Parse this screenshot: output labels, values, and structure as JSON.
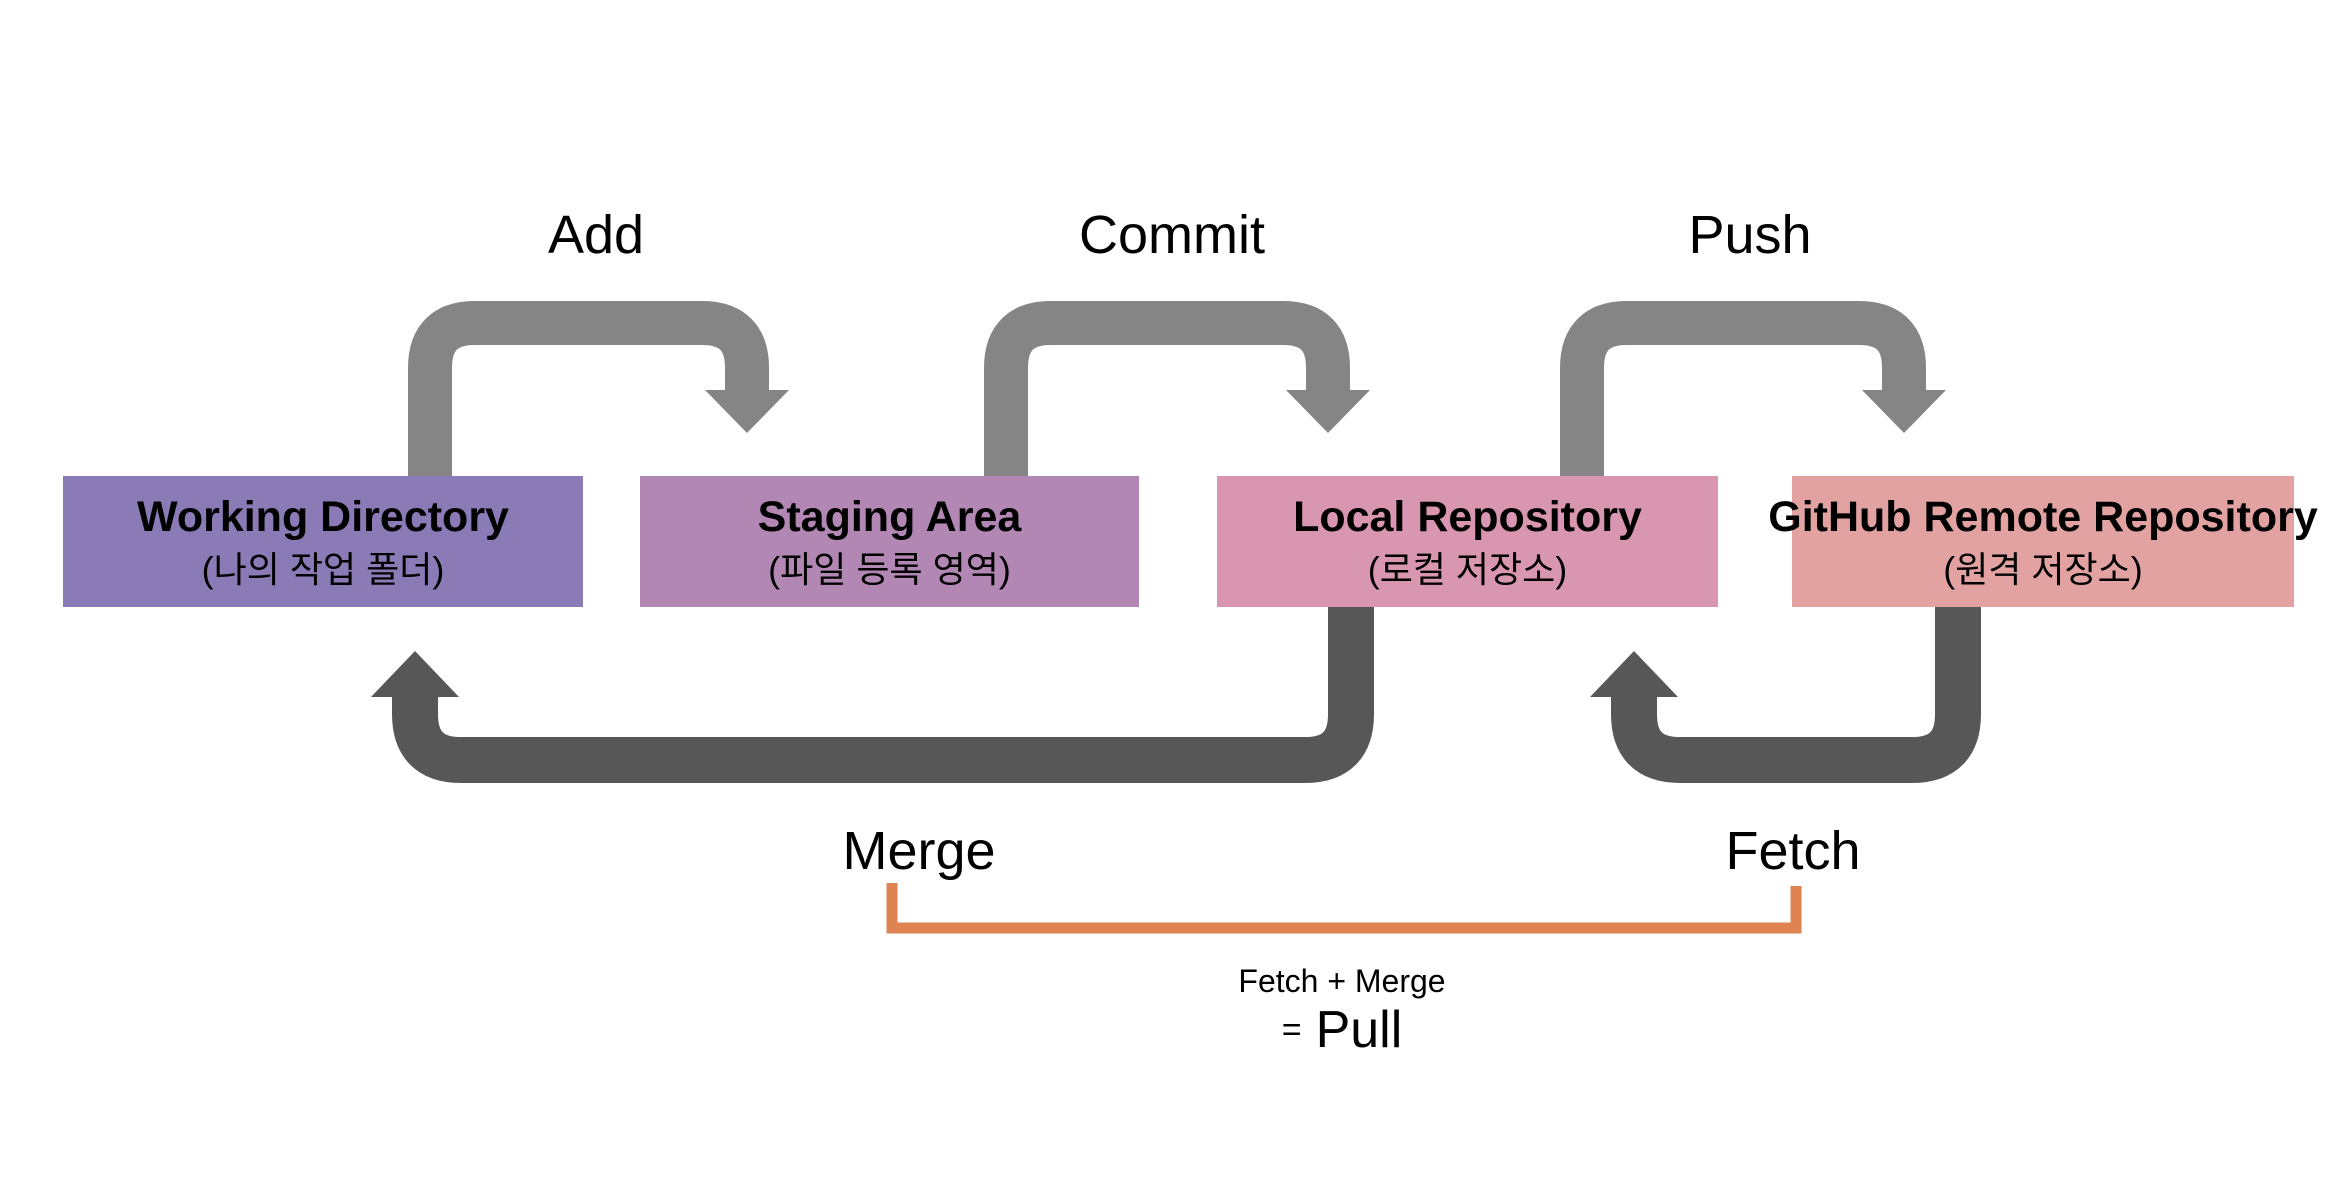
{
  "diagram": {
    "boxes": [
      {
        "title": "Working Directory",
        "subtitle": "(나의 작업 폴더)",
        "color": "#8a7ab5"
      },
      {
        "title": "Staging Area",
        "subtitle": "(파일 등록 영역)",
        "color": "#b287b4"
      },
      {
        "title": "Local Repository",
        "subtitle": "(로컬 저장소)",
        "color": "#d896b0"
      },
      {
        "title": "GitHub Remote Repository",
        "subtitle": "(원격 저장소)",
        "color": "#e2a2a2"
      }
    ],
    "top_arrows": [
      {
        "label": "Add",
        "from": "Working Directory",
        "to": "Staging Area"
      },
      {
        "label": "Commit",
        "from": "Staging Area",
        "to": "Local Repository"
      },
      {
        "label": "Push",
        "from": "Local Repository",
        "to": "GitHub Remote Repository"
      }
    ],
    "bottom_arrows": [
      {
        "label": "Merge",
        "from": "Local Repository",
        "to": "Working Directory"
      },
      {
        "label": "Fetch",
        "from": "GitHub Remote Repository",
        "to": "Local Repository"
      }
    ],
    "annotation": {
      "formula": "Fetch + Merge",
      "equals": "=",
      "result": "Pull"
    },
    "colors": {
      "top_arrow": "#858585",
      "bottom_arrow": "#575757",
      "bracket": "#dd8452",
      "text": "#000000",
      "background": "#ffffff"
    }
  }
}
